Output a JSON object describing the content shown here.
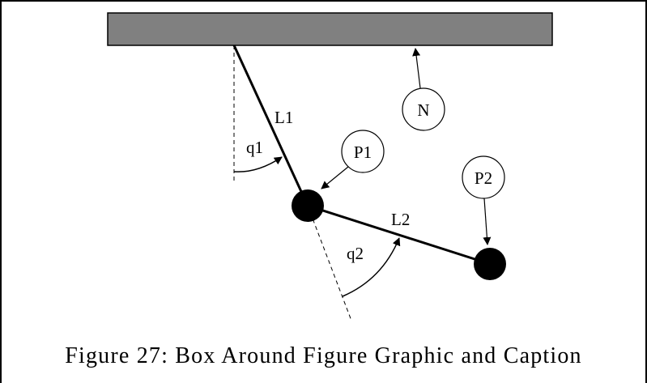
{
  "labels": {
    "L1": "L1",
    "L2": "L2",
    "q1": "q1",
    "q2": "q2",
    "N": "N",
    "P1": "P1",
    "P2": "P2"
  },
  "caption": "Figure 27: Box Around Figure Graphic and Caption",
  "colors": {
    "ceiling_fill": "#808080",
    "stroke": "#000000"
  }
}
